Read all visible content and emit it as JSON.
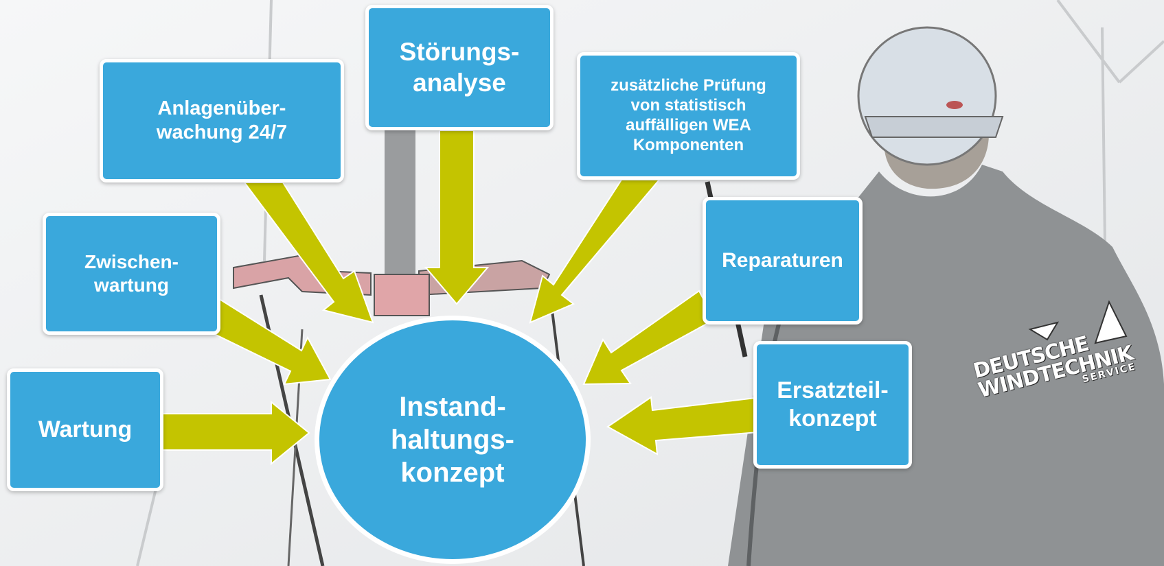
{
  "colors": {
    "box_fill": "#3aa8dc",
    "box_border": "#ffffff",
    "arrow": "#c4c400",
    "text": "#ffffff"
  },
  "center": {
    "lines": [
      "Instand-",
      "haltungs-",
      "konzept"
    ]
  },
  "boxes": {
    "wartung": [
      "Wartung"
    ],
    "zwischenwartung": [
      "Zwischen-",
      "wartung"
    ],
    "anlagenueberwachung": [
      "Anlagenüber-",
      "wachung 24/7"
    ],
    "stoerungsanalyse": [
      "Störungs-",
      "analyse"
    ],
    "pruefung": [
      "zusätzliche Prüfung",
      "von statistisch",
      "auffälligen WEA",
      "Komponenten"
    ],
    "reparaturen": [
      "Reparaturen"
    ],
    "ersatzteilkonzept": [
      "Ersatzteil-",
      "konzept"
    ]
  },
  "logo": {
    "line1": "DEUTSCHE",
    "line2": "WINDTECHNIK",
    "line3": "SERVICE"
  }
}
